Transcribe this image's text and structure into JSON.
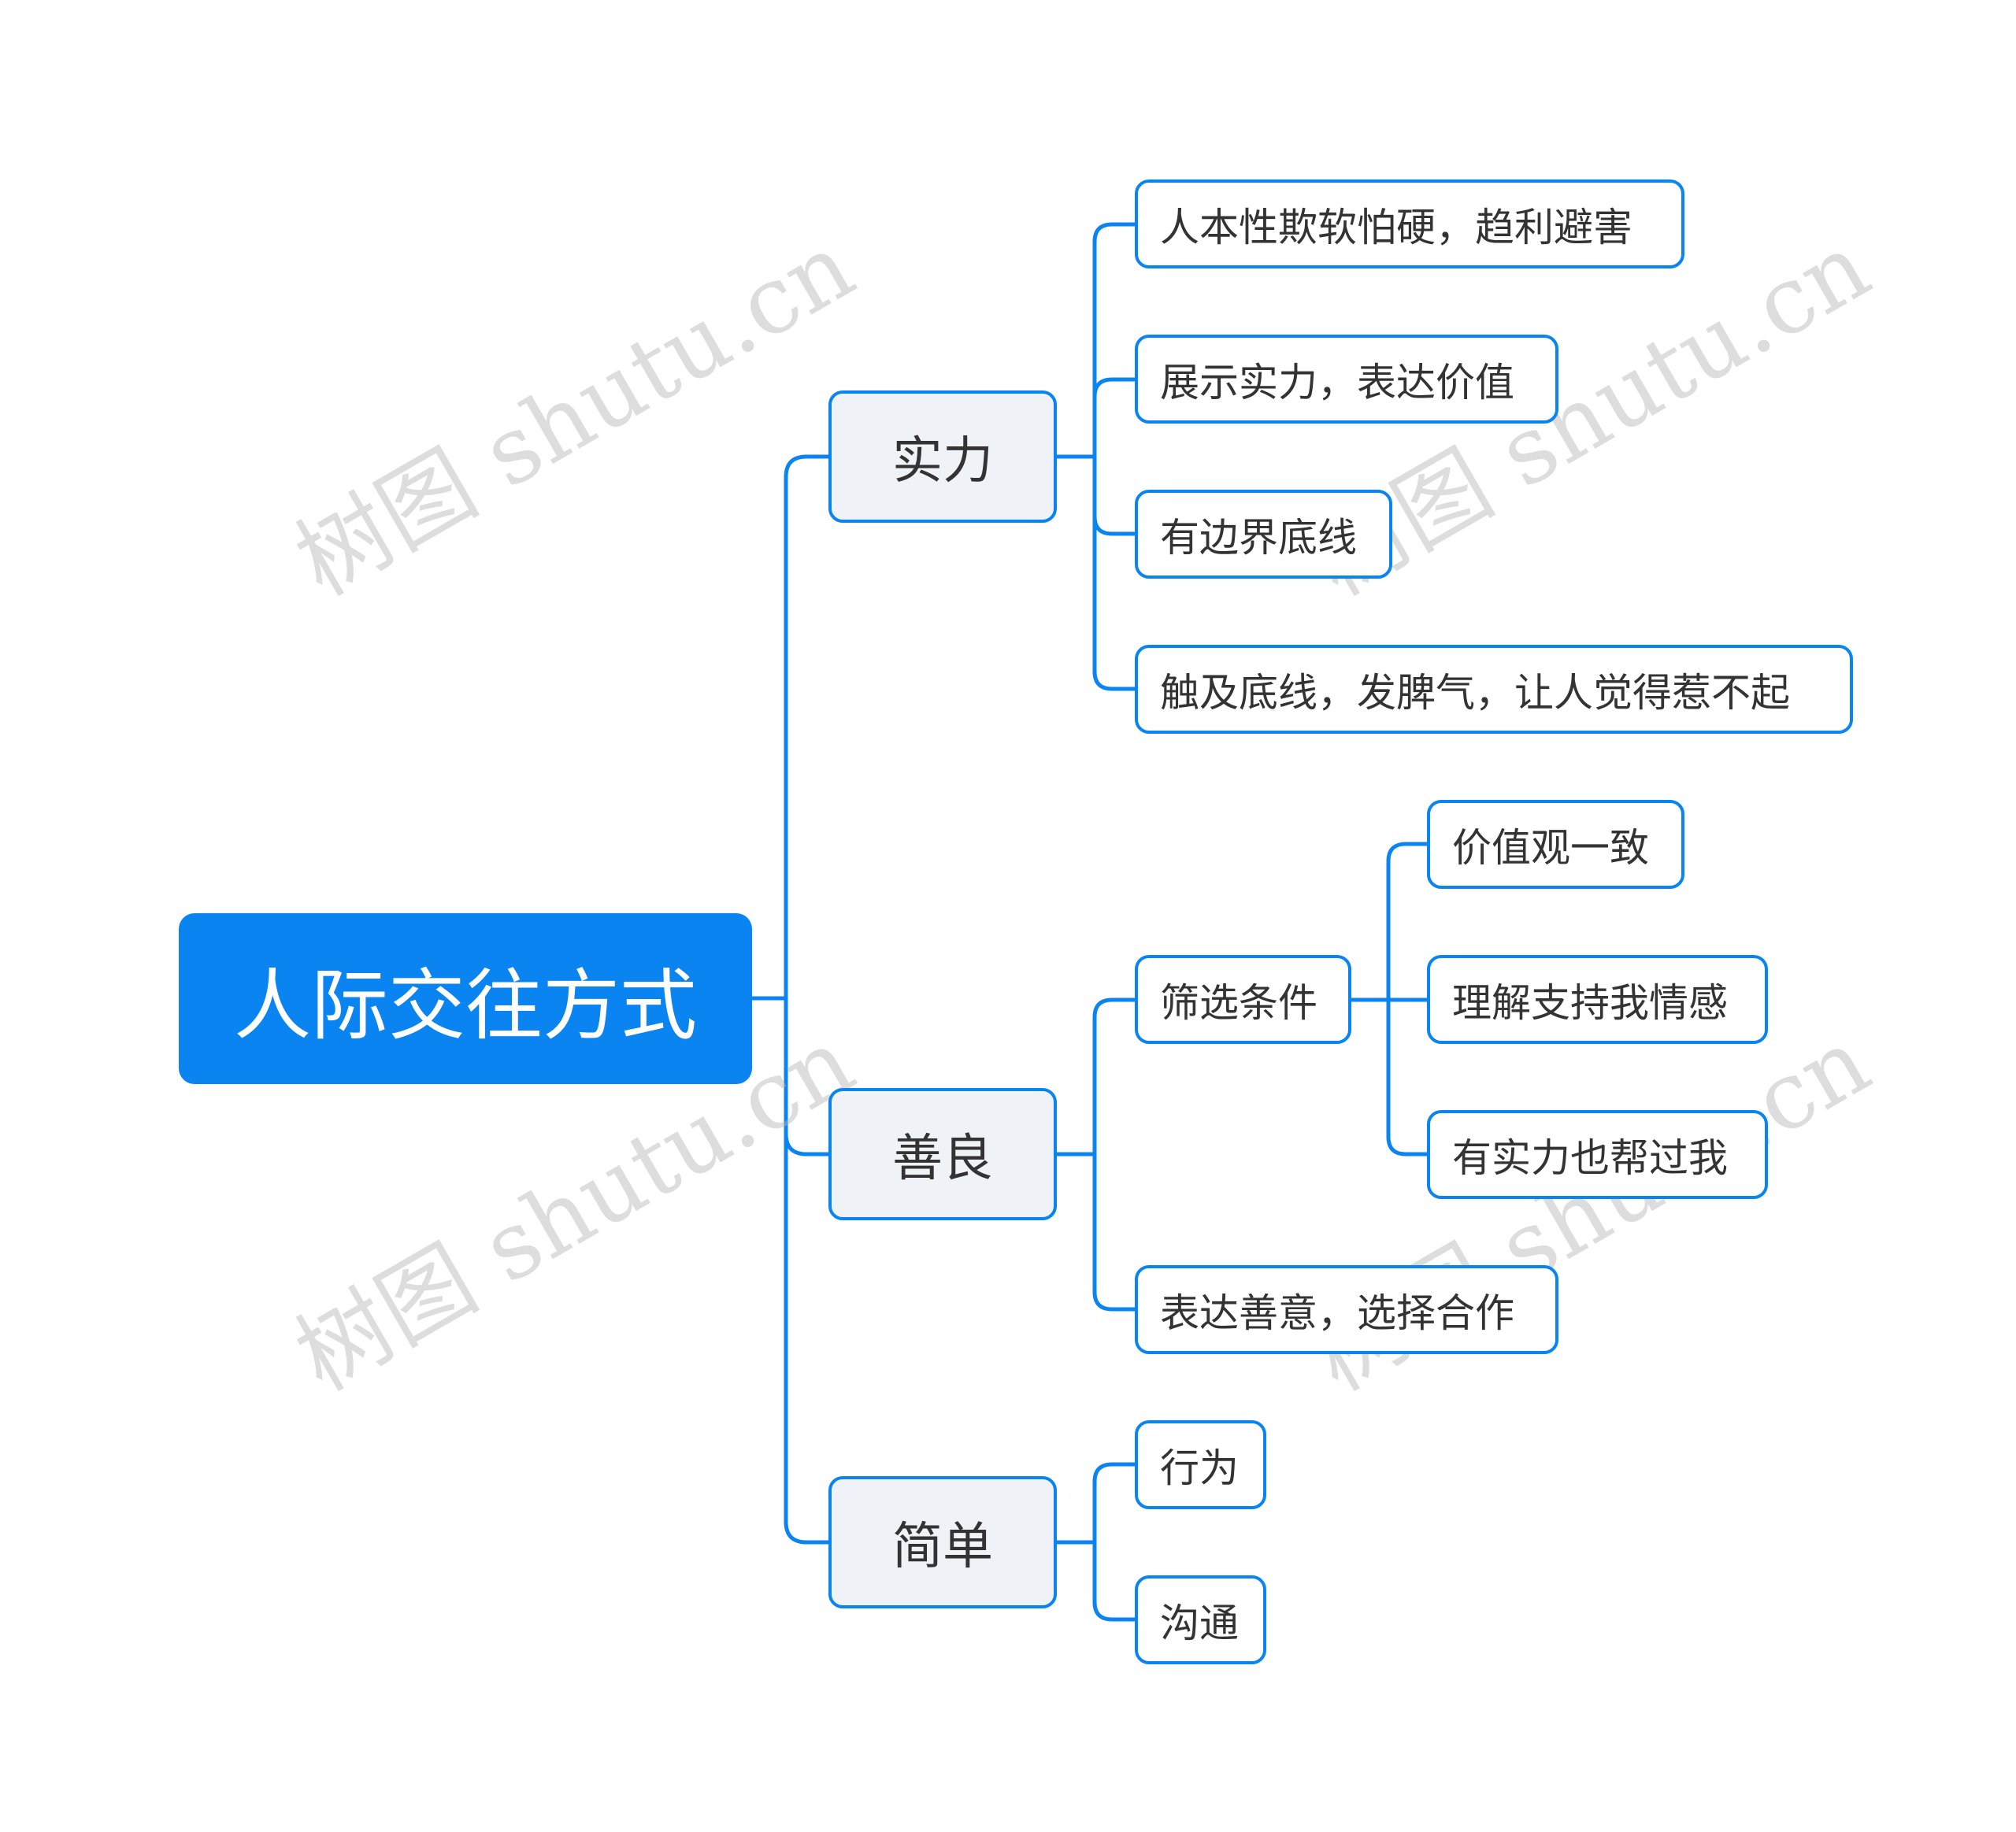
{
  "colors": {
    "accent": "#0984F1",
    "branch_fill": "#EFF3F7",
    "text": "#333333",
    "root_text": "#ffffff"
  },
  "watermark": "树图 shutu.cn",
  "mindmap": {
    "root": "人际交往方式",
    "branches": [
      {
        "label": "实力",
        "children": [
          {
            "label": "人本性欺软怕硬，趋利避害"
          },
          {
            "label": "展示实力，表达价值"
          },
          {
            "label": "有边界底线"
          },
          {
            "label": "触及底线，发脾气，让人觉得惹不起"
          }
        ]
      },
      {
        "label": "善良",
        "children": [
          {
            "label": "筛选条件",
            "children": [
              {
                "label": "价值观一致"
              },
              {
                "label": "理解支持我情感"
              },
              {
                "label": "有实力也帮过我"
              }
            ]
          },
          {
            "label": "表达善意，选择合作"
          }
        ]
      },
      {
        "label": "简单",
        "children": [
          {
            "label": "行为"
          },
          {
            "label": "沟通"
          }
        ]
      }
    ]
  }
}
